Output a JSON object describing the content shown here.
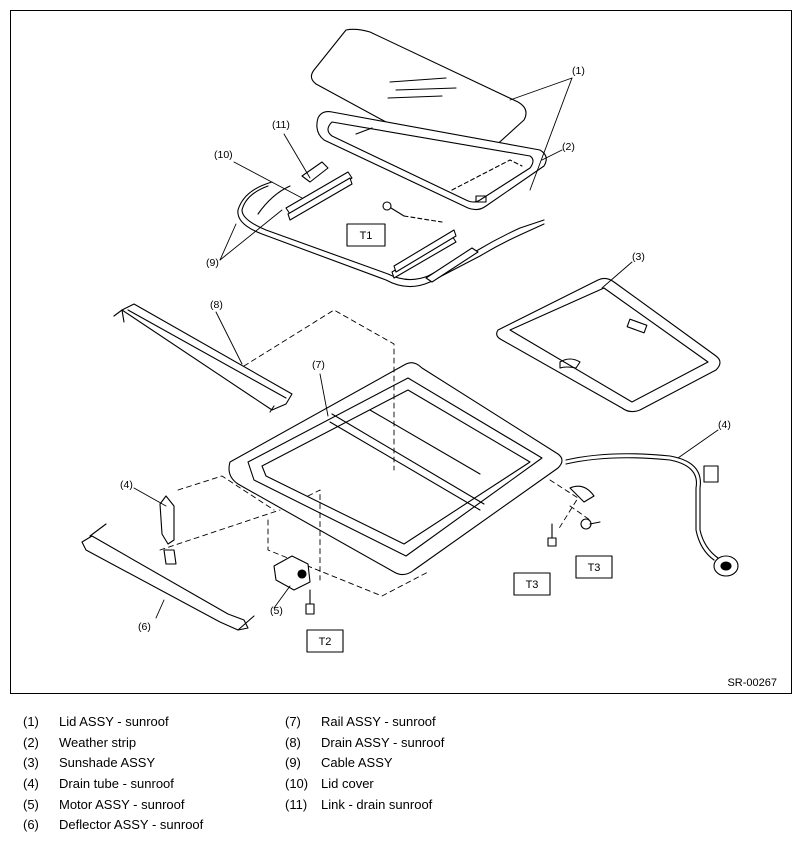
{
  "figure_code": "SR-00267",
  "callouts": {
    "c1": "(1)",
    "c2": "(2)",
    "c3": "(3)",
    "c4a": "(4)",
    "c4b": "(4)",
    "c5": "(5)",
    "c6": "(6)",
    "c7": "(7)",
    "c8": "(8)",
    "c9": "(9)",
    "c10": "(10)",
    "c11": "(11)"
  },
  "torques": {
    "t1": "T1",
    "t2": "T2",
    "t3a": "T3",
    "t3b": "T3"
  },
  "legend_left": [
    {
      "num": "(1)",
      "desc": "Lid ASSY - sunroof"
    },
    {
      "num": "(2)",
      "desc": "Weather strip"
    },
    {
      "num": "(3)",
      "desc": "Sunshade ASSY"
    },
    {
      "num": "(4)",
      "desc": "Drain tube - sunroof"
    },
    {
      "num": "(5)",
      "desc": "Motor ASSY - sunroof"
    },
    {
      "num": "(6)",
      "desc": "Deflector ASSY - sunroof"
    }
  ],
  "legend_right": [
    {
      "num": "(7)",
      "desc": "Rail ASSY - sunroof"
    },
    {
      "num": "(8)",
      "desc": "Drain ASSY - sunroof"
    },
    {
      "num": "(9)",
      "desc": "Cable ASSY"
    },
    {
      "num": "(10)",
      "desc": "Lid cover"
    },
    {
      "num": "(11)",
      "desc": "Link - drain sunroof"
    }
  ]
}
